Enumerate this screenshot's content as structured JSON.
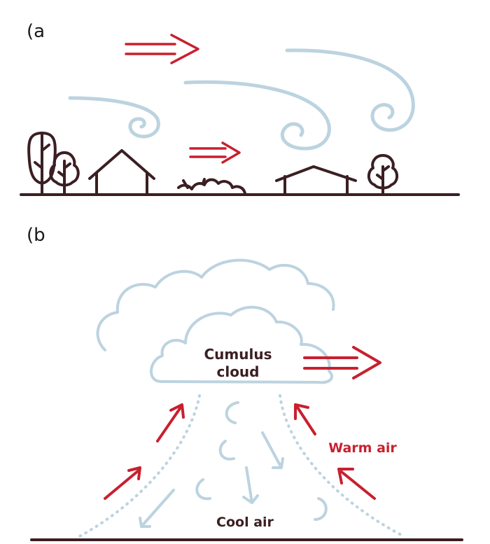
{
  "panel_a": {
    "label": "(a"
  },
  "panel_b": {
    "label": "(b",
    "cloud_label_line1": "Cumulus",
    "cloud_label_line2": "cloud",
    "warm_air_label": "Warm air",
    "cool_air_label": "Cool air"
  },
  "colors": {
    "ground": "#3b1f22",
    "arrow_red": "#c8202f",
    "wind_blue": "#bcd3e0",
    "text_dark": "#3b1f22",
    "text_red": "#c8202f"
  }
}
